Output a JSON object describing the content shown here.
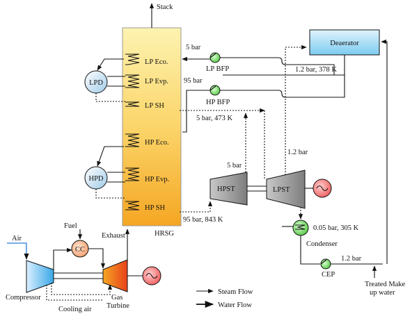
{
  "labels": {
    "stack": "Stack",
    "hrsg": "HRSG",
    "lp_eco": "LP Eco.",
    "lp_evp": "LP Evp.",
    "lp_sh": "LP SH",
    "hp_eco": "HP Eco.",
    "hp_evp": "HP Evp.",
    "hp_sh": "HP SH",
    "lpd": "LPD",
    "hpd": "HPD",
    "deaerator": "Deaerator",
    "lp_bfp": "LP BFP",
    "hp_bfp": "HP BFP",
    "hpst": "HPST",
    "lpst": "LPST",
    "condenser": "Condenser",
    "cep": "CEP",
    "cc": "CC",
    "fuel": "Fuel",
    "air": "Air",
    "exhaust": "Exhaust",
    "compressor": "Compressor",
    "gas_turbine_1": "Gas",
    "gas_turbine_2": "Turbine",
    "cooling_air": "Cooling air",
    "treated_1": "Treated Make",
    "treated_2": "up water"
  },
  "conditions": {
    "lp_bfp_pressure": "5 bar",
    "hp_bfp_pressure": "95 bar",
    "deaerator_outlet": "1.2 bar, 378 K",
    "lp_sh_outlet": "5 bar, 473 K",
    "lpst_extraction": "1.2 bar",
    "hpst_exhaust": "5 bar",
    "hp_sh_outlet": "95 bar, 843 K",
    "condenser": "0.05 bar, 305 K",
    "cep_outlet": "1.2 bar"
  },
  "legend": {
    "steam_flow": "Steam Flow",
    "water_flow": "Water Flow"
  },
  "colors": {
    "hrsg_top": "#fdf3b0",
    "hrsg_bottom": "#f5a623",
    "drum_fill": "#cfe6f7",
    "pump_fill": "#8de07a",
    "turbine_fill": "#9b9b9b",
    "generator_fill": "#f26b6b",
    "compressor_fill": "#3aa7e6",
    "gas_turbine_fill": "#e8501b",
    "cc_fill": "#f5b48a",
    "deaerator_fill": "#8fd3f4",
    "air_line": "#2a7ad8"
  }
}
